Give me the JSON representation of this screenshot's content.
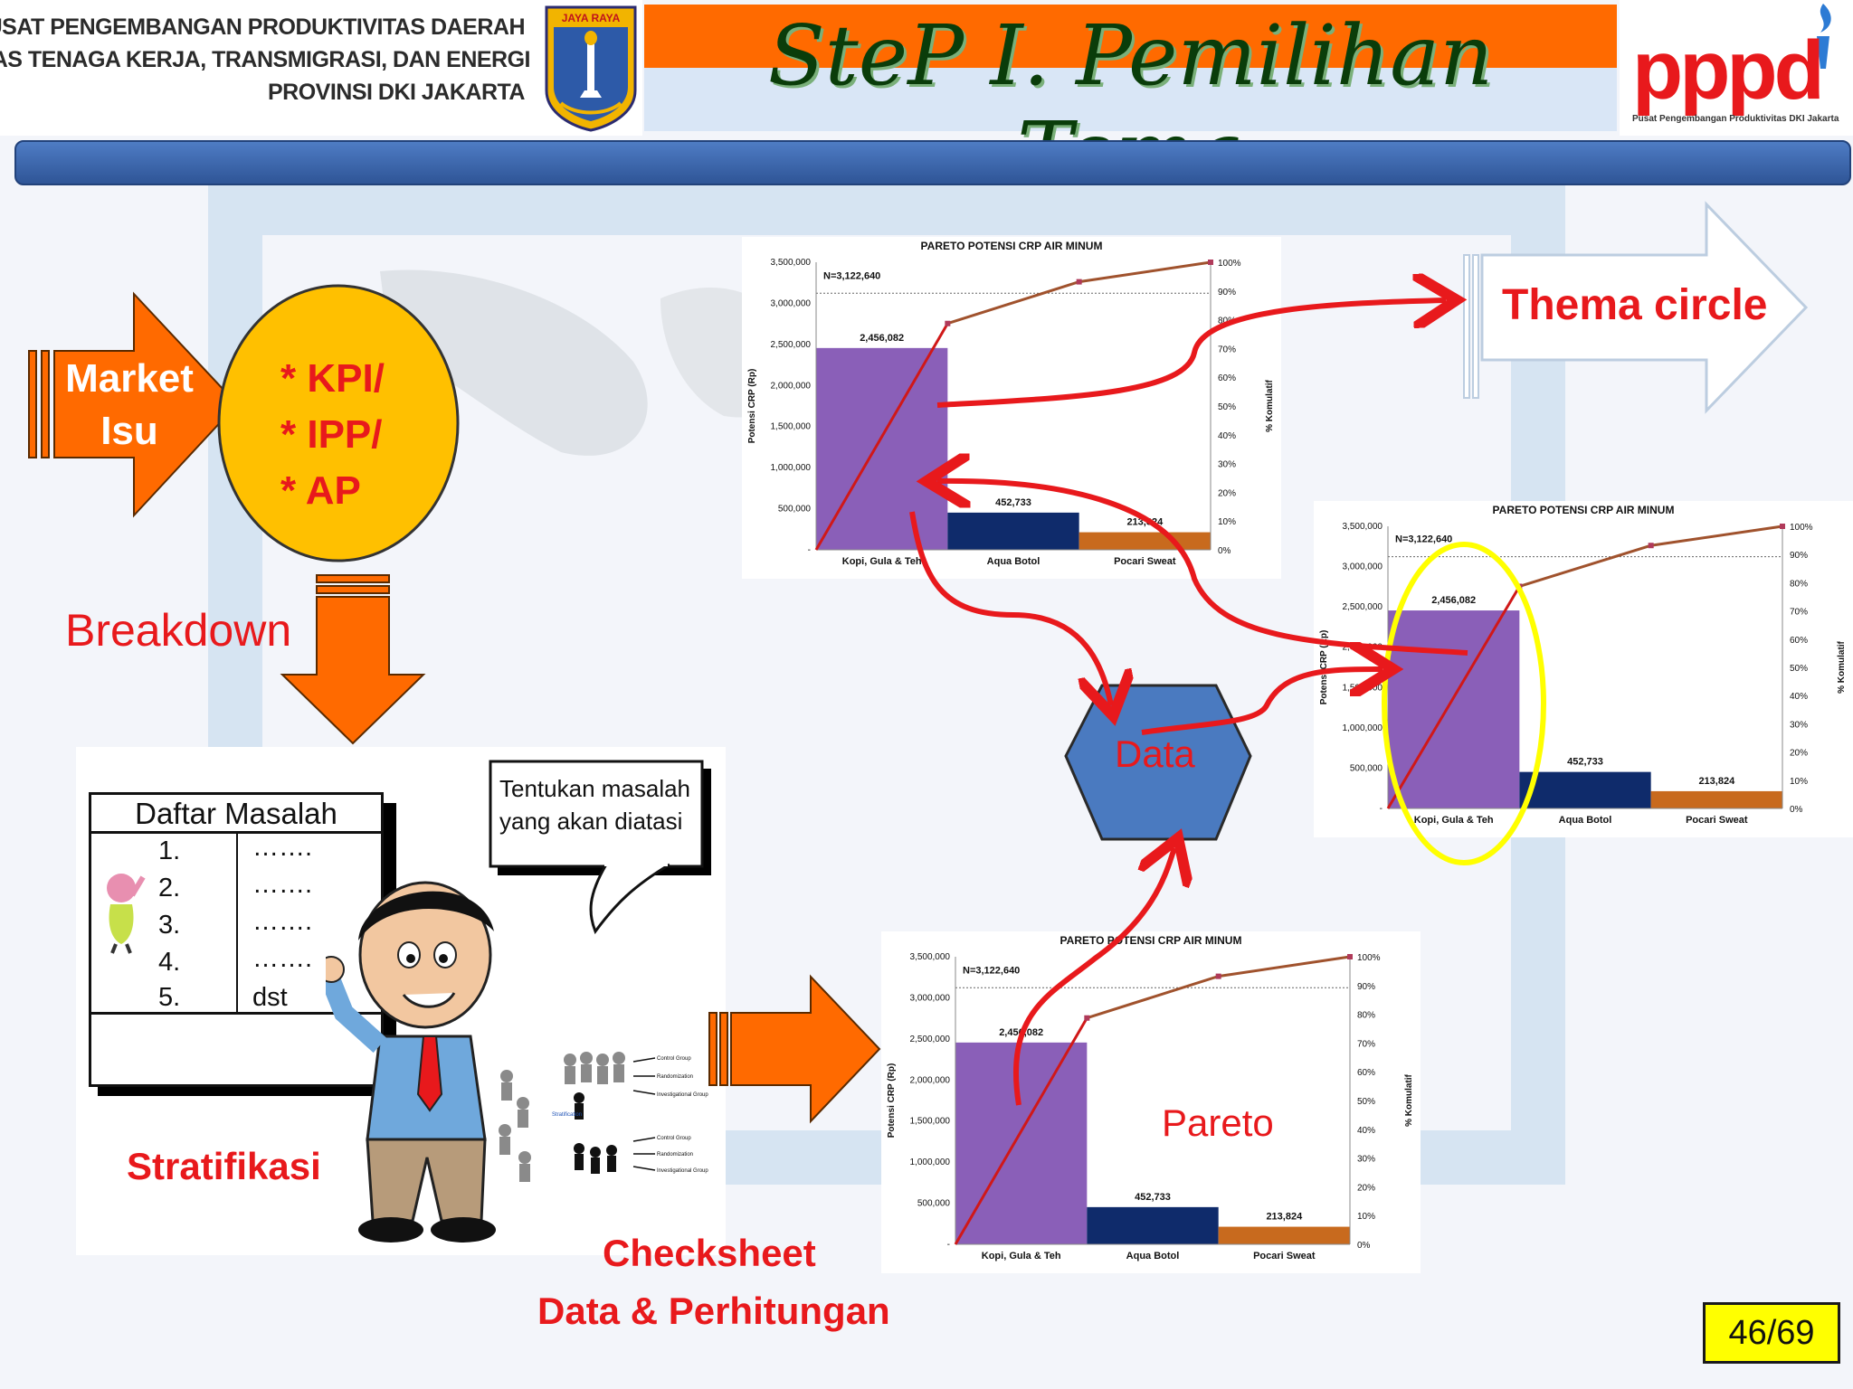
{
  "header": {
    "org_lines": [
      "PUSAT PENGEMBANGAN PRODUKTIVITAS DAERAH",
      "DINAS TENAGA KERJA, TRANSMIGRASI, DAN ENERGI",
      "PROVINSI DKI JAKARTA"
    ],
    "seal_text": "JAYA RAYA",
    "title": "SteP I. Pemilihan Tema",
    "logo_text": "pppd",
    "logo_subtitle": "Pusat Pengembangan Produktivitas DKI Jakarta"
  },
  "flow": {
    "market_label": "Market\nIsu",
    "kpi_lines": [
      "* KPI/",
      "* IPP/",
      "* AP"
    ],
    "breakdown_label": "Breakdown",
    "daftar": {
      "title": "Daftar Masalah",
      "numbers": [
        "1.",
        "2.",
        "3.",
        "4.",
        "5."
      ],
      "items": [
        "…….",
        "…….",
        "…….",
        "…….",
        "dst"
      ]
    },
    "speech_bubble": "Tentukan  masalah\nyang  akan diatasi",
    "strat_group_labels": [
      "Control Group",
      "Randomization",
      "Investigational Group",
      "Stratification",
      "Control Group",
      "Randomization",
      "Investigational Group"
    ],
    "stratifikasi_label": "Stratifikasi",
    "checksheet_label": "Checksheet",
    "data_perhitungan_label": "Data & Perhitungan",
    "data_label": "Data",
    "pareto_label": "Pareto",
    "thema_label": "Thema circle"
  },
  "colors": {
    "accent_red": "#e8191c",
    "orange": "#ff6a00",
    "kpi_fill": "#ffc000",
    "hex_fill": "#4a7ac0",
    "highlight": "#ffff00"
  },
  "chart_data": [
    {
      "type": "bar",
      "title": "PARETO POTENSI CRP AIR MINUM",
      "annotation": "N=3,122,640",
      "categories": [
        "Kopi, Gula & Teh",
        "Aqua Botol",
        "Pocari Sweat"
      ],
      "values": [
        2456082,
        452733,
        213824
      ],
      "value_labels": [
        "2,456,082",
        "452,733",
        "213,824"
      ],
      "cumulative_pct": [
        0,
        78.7,
        93.2,
        100
      ],
      "ylabel": "Potensi CRP (Rp)",
      "y2label": "% Komulatif",
      "ylim": [
        0,
        3500000
      ],
      "y2lim": [
        0,
        100
      ],
      "y_ticks": [
        "-",
        "500,000",
        "1,000,000",
        "1,500,000",
        "2,000,000",
        "2,500,000",
        "3,000,000",
        "3,500,000"
      ],
      "y2_ticks": [
        "0%",
        "10%",
        "20%",
        "30%",
        "40%",
        "50%",
        "60%",
        "70%",
        "80%",
        "90%",
        "100%"
      ],
      "bar_colors": [
        "#8a5fb8",
        "#0f2b6b",
        "#c86a1e"
      ]
    },
    {
      "type": "bar",
      "title": "PARETO POTENSI CRP AIR MINUM",
      "annotation": "N=3,122,640",
      "categories": [
        "Kopi, Gula & Teh",
        "Aqua Botol",
        "Pocari Sweat"
      ],
      "values": [
        2456082,
        452733,
        213824
      ],
      "value_labels": [
        "2,456,082",
        "452,733",
        "213,824"
      ],
      "cumulative_pct": [
        0,
        78.7,
        93.2,
        100
      ],
      "ylabel": "Potensi CRP (Rp)",
      "y2label": "% Komulatif",
      "ylim": [
        0,
        3500000
      ],
      "y2lim": [
        0,
        100
      ],
      "y_ticks": [
        "-",
        "500,000",
        "1,000,000",
        "1,500,000",
        "2,000,000",
        "2,500,000",
        "3,000,000",
        "3,500,000"
      ],
      "y2_ticks": [
        "0%",
        "10%",
        "20%",
        "30%",
        "40%",
        "50%",
        "60%",
        "70%",
        "80%",
        "90%",
        "100%"
      ],
      "bar_colors": [
        "#8a5fb8",
        "#0f2b6b",
        "#c86a1e"
      ]
    },
    {
      "type": "bar",
      "title": "PARETO POTENSI CRP AIR MINUM",
      "annotation": "N=3,122,640",
      "categories": [
        "Kopi, Gula & Teh",
        "Aqua Botol",
        "Pocari Sweat"
      ],
      "values": [
        2456082,
        452733,
        213824
      ],
      "value_labels": [
        "2,456,082",
        "452,733",
        "213,824"
      ],
      "cumulative_pct": [
        0,
        78.7,
        93.2,
        100
      ],
      "ylabel": "Potensi CRP (Rp)",
      "y2label": "% Komulatif",
      "ylim": [
        0,
        3500000
      ],
      "y2lim": [
        0,
        100
      ],
      "y_ticks": [
        "-",
        "500,000",
        "1,000,000",
        "1,500,000",
        "2,000,000",
        "2,500,000",
        "3,000,000",
        "3,500,000"
      ],
      "y2_ticks": [
        "0%",
        "10%",
        "20%",
        "30%",
        "40%",
        "50%",
        "60%",
        "70%",
        "80%",
        "90%",
        "100%"
      ],
      "bar_colors": [
        "#8a5fb8",
        "#0f2b6b",
        "#c86a1e"
      ]
    }
  ],
  "page_number": "46/69"
}
